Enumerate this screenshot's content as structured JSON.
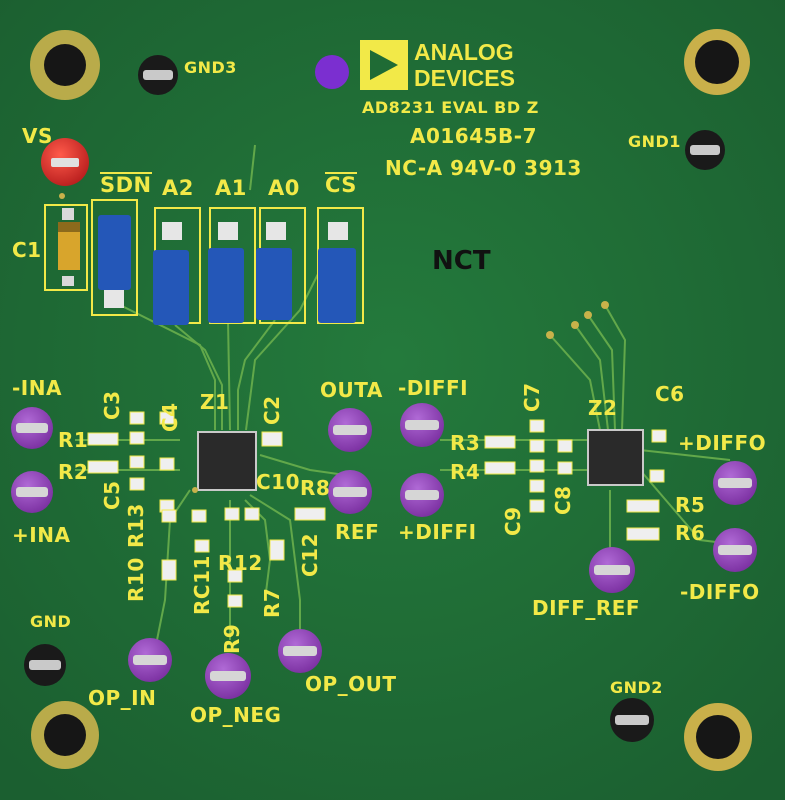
{
  "board": {
    "brand_line1": "ANALOG",
    "brand_line2": "DEVICES",
    "model": "AD8231 EVAL BD Z",
    "part_no": "A01645B-7",
    "rating": "NC-A 94V-0 3913",
    "marker": "NCT"
  },
  "labels": {
    "vs": "VS",
    "c1": "C1",
    "gnd3": "GND3",
    "gnd1": "GND1",
    "gnd2": "GND2",
    "gnd": "GND",
    "sdn": "SDN",
    "a2": "A2",
    "a1": "A1",
    "a0": "A0",
    "cs": "CS",
    "neg_ina": "-INA",
    "pos_ina": "+INA",
    "r1": "R1",
    "r2": "R2",
    "c3": "C3",
    "c4": "C4",
    "c5": "C5",
    "z1": "Z1",
    "c2": "C2",
    "outa": "OUTA",
    "r8": "R8",
    "c10": "C10",
    "ref": "REF",
    "r13": "R13",
    "r10": "R10",
    "rc11": "RC11",
    "r12": "R12",
    "c12": "C12",
    "r9": "R9",
    "r7": "R7",
    "op_in": "OP_IN",
    "op_neg": "OP_NEG",
    "op_out": "OP_OUT",
    "neg_diffi": "-DIFFI",
    "pos_diffi": "+DIFFI",
    "r3": "R3",
    "r4": "R4",
    "c7": "C7",
    "c8": "C8",
    "c9": "C9",
    "z2": "Z2",
    "c6": "C6",
    "pos_diffo": "+DIFFO",
    "r5": "R5",
    "r6": "R6",
    "neg_diffo": "-DIFFO",
    "diff_ref": "DIFF_REF"
  },
  "colors": {
    "board": "#1f6b35",
    "silkscreen": "#f2e948",
    "header_blue": "#2457b8",
    "test_point_purple": "#8e3fb5",
    "test_point_red": "#d62b2b"
  }
}
